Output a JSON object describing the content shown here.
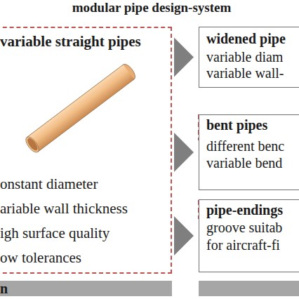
{
  "diagram": {
    "title": "modular pipe design-system",
    "nodes": [
      {
        "text": [
          "variable straight pipes",
          "onstant diameter",
          "ariable wall thickness",
          "igh surface quality",
          "ow tolerances"
        ]
      },
      {
        "text": [
          "widened pipe",
          "variable diam",
          "variable wall-"
        ]
      },
      {
        "text": [
          "bent pipes",
          "different benc",
          "variable bend"
        ]
      },
      {
        "text": [
          "pipe-endings",
          "groove suitab",
          "for aircraft-fi"
        ]
      },
      {
        "text": [
          "n"
        ]
      }
    ],
    "edges": [
      {
        "from": 0,
        "to": 1,
        "arrow": "to"
      },
      {
        "from": 0,
        "to": 2,
        "arrow": "to"
      },
      {
        "from": 0,
        "to": 3,
        "arrow": "to"
      }
    ]
  }
}
